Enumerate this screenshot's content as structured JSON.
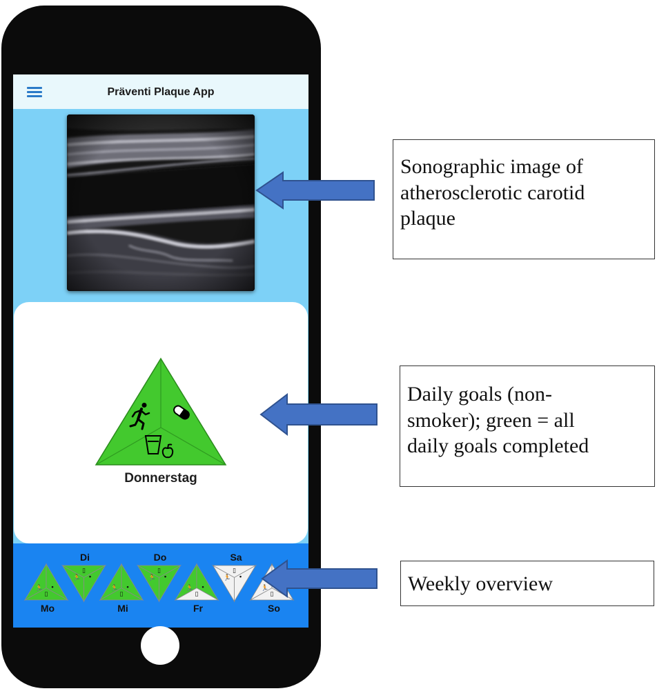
{
  "app": {
    "title": "Präventi Plaque App"
  },
  "icons": {
    "menu": "hamburger-menu-icon",
    "exercise": "running-person-icon",
    "medication": "pill-icon",
    "nutrition": "glass-and-apple-icon"
  },
  "today": {
    "label": "Donnerstag",
    "status": "all-goals-completed"
  },
  "week": {
    "days": [
      {
        "label": "Mo",
        "completed_segments": 3
      },
      {
        "label": "Di",
        "completed_segments": 3
      },
      {
        "label": "Mi",
        "completed_segments": 3
      },
      {
        "label": "Do",
        "completed_segments": 3
      },
      {
        "label": "Fr",
        "completed_segments": 2
      },
      {
        "label": "Sa",
        "completed_segments": 0
      },
      {
        "label": "So",
        "completed_segments": 0
      }
    ]
  },
  "annotations": {
    "sono": [
      "Sonographic image of",
      "atherosclerotic carotid",
      "plaque"
    ],
    "goals": [
      "Daily goals (non-",
      "smoker); green = all",
      "daily goals completed"
    ],
    "week": [
      "Weekly overview"
    ]
  },
  "colors": {
    "goal_done": "#43c92e",
    "goal_open": "#f2f2f2",
    "screen_bg": "#7dd1f7",
    "week_bar": "#1a84f1",
    "arrow_fill": "#4472c4",
    "arrow_stroke": "#2f528f"
  }
}
